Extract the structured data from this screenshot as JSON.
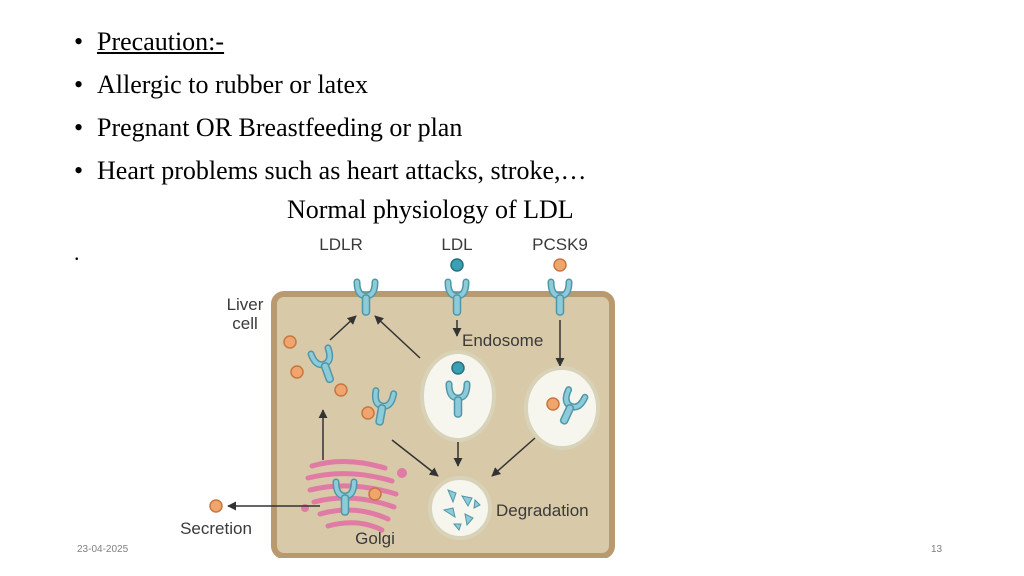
{
  "slide": {
    "bullets": [
      {
        "text": "Precaution:-",
        "underline": true
      },
      {
        "text": "Allergic to rubber or latex"
      },
      {
        "text": "Pregnant OR Breastfeeding or plan"
      },
      {
        "text": "Heart problems such as heart attacks, stroke,…"
      }
    ],
    "bullet_char": "•",
    "caption": "Normal physiology of LDL",
    "stray_mark": ".",
    "footer": {
      "date": "23-04-2025",
      "page": "13"
    }
  },
  "diagram": {
    "labels": {
      "ldlr": "LDLR",
      "ldl": "LDL",
      "pcsk9": "PCSK9",
      "liver_cell_line1": "Liver",
      "liver_cell_line2": "cell",
      "endosome": "Endosome",
      "degradation": "Degradation",
      "secretion": "Secretion",
      "golgi": "Golgi"
    },
    "colors": {
      "cell_fill": "#d8c9a8",
      "cell_border": "#b89a6e",
      "receptor": "#8ecbd8",
      "receptor_stroke": "#4f97a8",
      "pcsk9": "#f0a46e",
      "ldl": "#3aa0b4",
      "golgi": "#e17aa4",
      "vesicle": "#f7f6ee"
    }
  }
}
